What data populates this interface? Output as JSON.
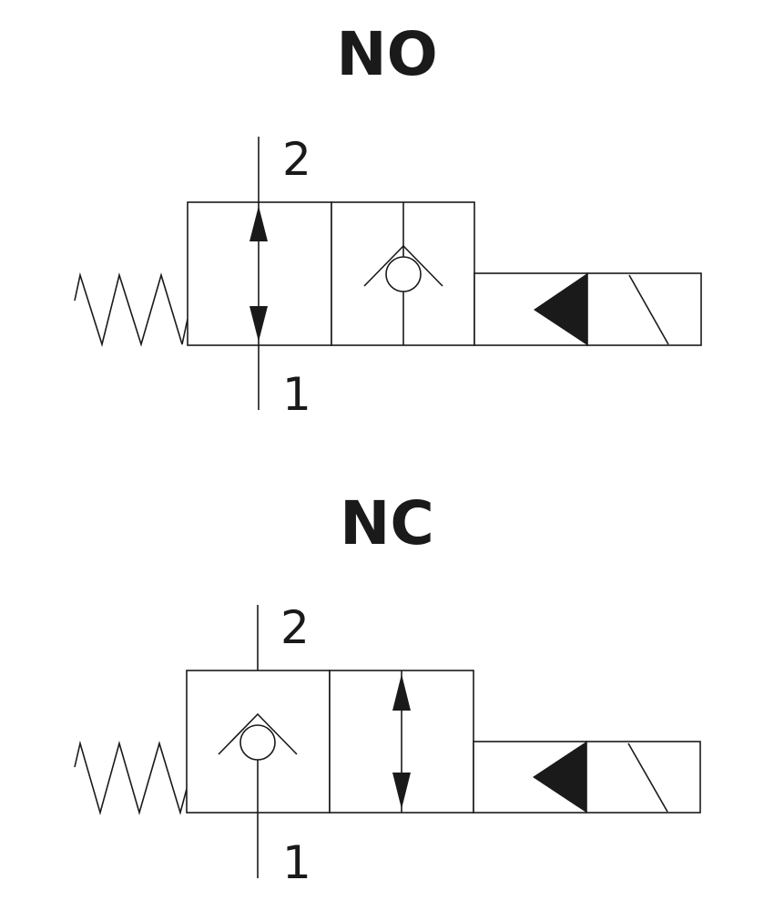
{
  "diagrams": [
    {
      "title": "NO",
      "port_top": "2",
      "port_bottom": "1"
    },
    {
      "title": "NC",
      "port_top": "2",
      "port_bottom": "1"
    }
  ],
  "colors": {
    "ink": "#1a1a1a",
    "background": "#ffffff"
  }
}
